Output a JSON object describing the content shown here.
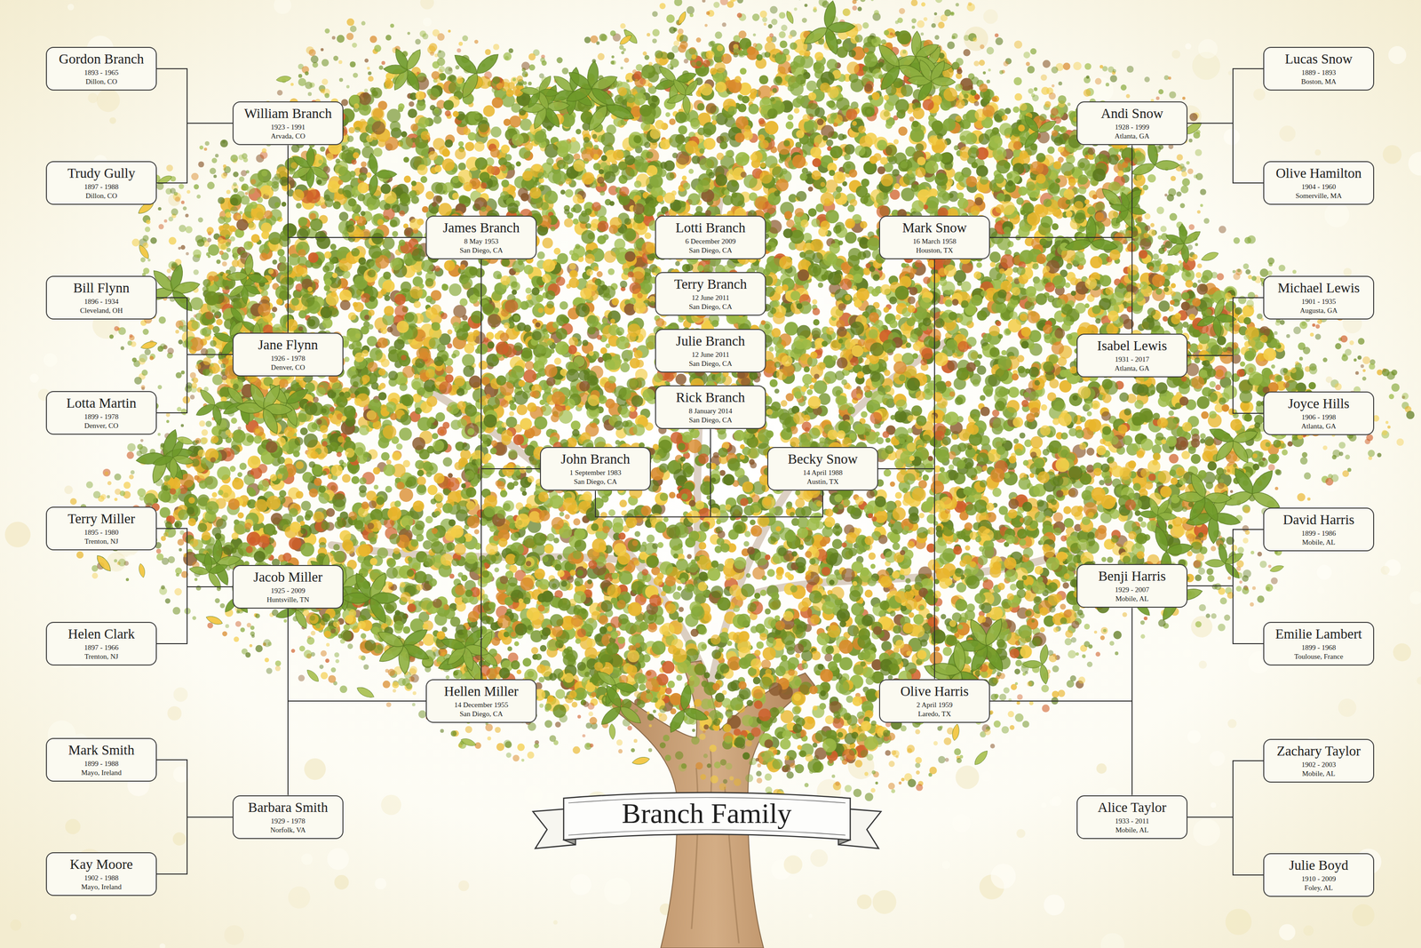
{
  "diagram": {
    "title": "Branch Family",
    "nodes": [
      {
        "text": [
          "Gordon Branch",
          "1893 - 1965",
          "Dillon, CO"
        ]
      },
      {
        "text": [
          "Lucas Snow",
          "1889 - 1893",
          "Boston, MA"
        ]
      },
      {
        "text": [
          "William Branch",
          "1923 - 1991",
          "Arvada, CO"
        ]
      },
      {
        "text": [
          "Andi Snow",
          "1928 - 1999",
          "Atlanta, GA"
        ]
      },
      {
        "text": [
          "Trudy Gully",
          "1897 - 1988",
          "Dillon, CO"
        ]
      },
      {
        "text": [
          "Olive Hamilton",
          "1904 - 1960",
          "Somerville, MA"
        ]
      },
      {
        "text": [
          "James Branch",
          "8 May 1953",
          "San Diego, CA"
        ]
      },
      {
        "text": [
          "Lotti Branch",
          "6 December 2009",
          "San Diego, CA"
        ]
      },
      {
        "text": [
          "Mark Snow",
          "16 March 1958",
          "Houston, TX"
        ]
      },
      {
        "text": [
          "Terry Branch",
          "12 June 2011",
          "San Diego, CA"
        ]
      },
      {
        "text": [
          "Bill Flynn",
          "1896 - 1934",
          "Cleveland, OH"
        ]
      },
      {
        "text": [
          "Michael Lewis",
          "1901 - 1935",
          "Augusta, GA"
        ]
      },
      {
        "text": [
          "Jane Flynn",
          "1926 - 1978",
          "Denver, CO"
        ]
      },
      {
        "text": [
          "Julie Branch",
          "12 June 2011",
          "San Diego, CA"
        ]
      },
      {
        "text": [
          "Isabel Lewis",
          "1931 - 2017",
          "Atlanta, GA"
        ]
      },
      {
        "text": [
          "Rick Branch",
          "8 January 2014",
          "San Diego, CA"
        ]
      },
      {
        "text": [
          "Lotta Martin",
          "1899 - 1978",
          "Denver, CO"
        ]
      },
      {
        "text": [
          "Joyce Hills",
          "1906 - 1998",
          "Atlanta, GA"
        ]
      },
      {
        "text": [
          "John Branch",
          "1 September 1983",
          "San Diego, CA"
        ]
      },
      {
        "text": [
          "Becky Snow",
          "14 April 1988",
          "Austin, TX"
        ]
      },
      {
        "text": [
          "Terry Miller",
          "1895 - 1980",
          "Trenton, NJ"
        ]
      },
      {
        "text": [
          "David Harris",
          "1899 - 1986",
          "Mobile, AL"
        ]
      },
      {
        "text": [
          "Jacob Miller",
          "1925 - 2009",
          "Huntsville, TN"
        ]
      },
      {
        "text": [
          "Benji Harris",
          "1929 - 2007",
          "Mobile, AL"
        ]
      },
      {
        "text": [
          "Helen Clark",
          "1897 - 1966",
          "Trenton, NJ"
        ]
      },
      {
        "text": [
          "Emilie Lambert",
          "1899 - 1968",
          "Toulouse, France"
        ]
      },
      {
        "text": [
          "Hellen Miller",
          "14 December 1955",
          "San Diego, CA"
        ]
      },
      {
        "text": [
          "Olive Harris",
          "2 April 1959",
          "Laredo, TX"
        ]
      },
      {
        "text": [
          "Mark Smith",
          "1899 - 1988",
          "Mayo, Ireland"
        ]
      },
      {
        "text": [
          "Zachary Taylor",
          "1902 - 2003",
          "Mobile, AL"
        ]
      },
      {
        "text": [
          "Barbara Smith",
          "1929 - 1978",
          "Norfolk, VA"
        ]
      },
      {
        "text": [
          "Alice Taylor",
          "1933 - 2011",
          "Mobile, AL"
        ]
      },
      {
        "text": [
          "Kay Moore",
          "1902 - 1988",
          "Mayo, Ireland"
        ]
      },
      {
        "text": [
          "Julie Boyd",
          "1910 - 2009",
          "Foley, AL"
        ]
      }
    ],
    "edges": [
      {
        "from": 0,
        "to": 2,
        "arrow": "none"
      },
      {
        "from": 4,
        "to": 2,
        "arrow": "none"
      },
      {
        "from": 10,
        "to": 12,
        "arrow": "none"
      },
      {
        "from": 16,
        "to": 12,
        "arrow": "none"
      },
      {
        "from": 20,
        "to": 22,
        "arrow": "none"
      },
      {
        "from": 24,
        "to": 22,
        "arrow": "none"
      },
      {
        "from": 28,
        "to": 30,
        "arrow": "none"
      },
      {
        "from": 32,
        "to": 30,
        "arrow": "none"
      },
      {
        "from": 2,
        "to": 6,
        "arrow": "none"
      },
      {
        "from": 12,
        "to": 6,
        "arrow": "none"
      },
      {
        "from": 22,
        "to": 26,
        "arrow": "none"
      },
      {
        "from": 30,
        "to": 26,
        "arrow": "none"
      },
      {
        "from": 1,
        "to": 3,
        "arrow": "none"
      },
      {
        "from": 5,
        "to": 3,
        "arrow": "none"
      },
      {
        "from": 11,
        "to": 14,
        "arrow": "none"
      },
      {
        "from": 17,
        "to": 14,
        "arrow": "none"
      },
      {
        "from": 21,
        "to": 23,
        "arrow": "none"
      },
      {
        "from": 25,
        "to": 23,
        "arrow": "none"
      },
      {
        "from": 29,
        "to": 31,
        "arrow": "none"
      },
      {
        "from": 33,
        "to": 31,
        "arrow": "none"
      },
      {
        "from": 3,
        "to": 8,
        "arrow": "none"
      },
      {
        "from": 14,
        "to": 8,
        "arrow": "none"
      },
      {
        "from": 23,
        "to": 27,
        "arrow": "none"
      },
      {
        "from": 31,
        "to": 27,
        "arrow": "none"
      },
      {
        "from": 6,
        "to": 18,
        "arrow": "none"
      },
      {
        "from": 26,
        "to": 18,
        "arrow": "none"
      },
      {
        "from": 8,
        "to": 19,
        "arrow": "none"
      },
      {
        "from": 27,
        "to": 19,
        "arrow": "none"
      },
      {
        "from": 18,
        "to": 15,
        "arrow": "none"
      },
      {
        "from": 19,
        "to": 15,
        "arrow": "none"
      }
    ]
  }
}
